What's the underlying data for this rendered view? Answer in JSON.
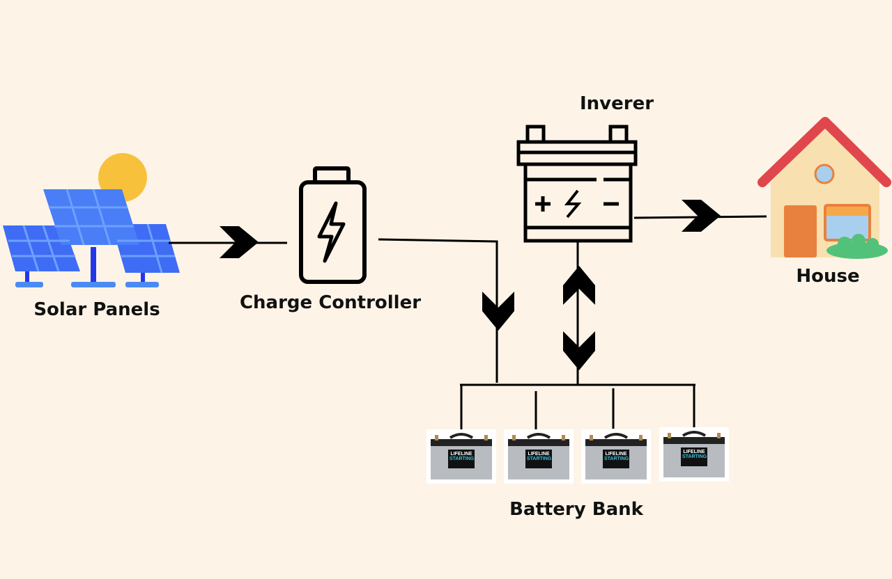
{
  "labels": {
    "solar_panels": "Solar Panels",
    "charge_controller": "Charge Controller",
    "inverter": "Inverer",
    "house": "House",
    "battery_bank": "Battery Bank"
  },
  "battery_brand": "LIFELINE STARTING",
  "colors": {
    "background": "#fdf4e7",
    "panel_blue": "#2f55f0",
    "sun": "#f8c13c",
    "roof": "#e0474c",
    "house_wall": "#f8e0b0",
    "door": "#e8813d",
    "bush": "#52c27a"
  }
}
